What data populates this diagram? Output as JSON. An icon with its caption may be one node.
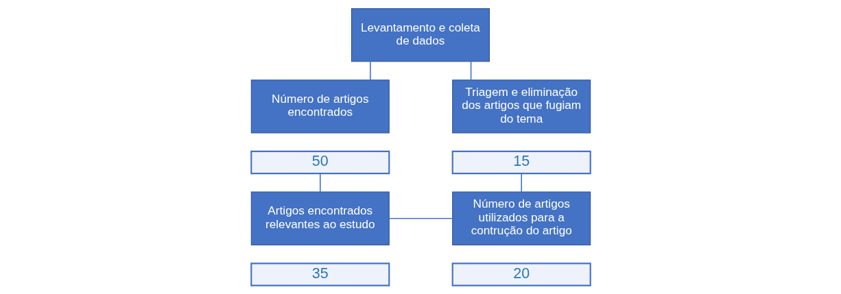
{
  "diagram": {
    "nodes": [
      {
        "text": [
          "Levantamento e coleta de dados"
        ]
      },
      {
        "text": [
          "Número de artigos encontrados"
        ]
      },
      {
        "text": [
          "50"
        ]
      },
      {
        "text": [
          "Triagem e eliminação dos artigos que fugiam do tema"
        ]
      },
      {
        "text": [
          "15"
        ]
      },
      {
        "text": [
          "Artigos encontrados relevantes ao estudo"
        ]
      },
      {
        "text": [
          "35"
        ]
      },
      {
        "text": [
          "Número de artigos utilizados para a contrução do artigo"
        ]
      },
      {
        "text": [
          "20"
        ]
      }
    ],
    "edges": [
      {
        "from": 0,
        "to": 1,
        "arrow": "none"
      },
      {
        "from": 0,
        "to": 3,
        "arrow": "none"
      },
      {
        "from": 2,
        "to": 5,
        "arrow": "none"
      },
      {
        "from": 4,
        "to": 7,
        "arrow": "none"
      },
      {
        "from": 5,
        "to": 7,
        "arrow": "none"
      }
    ]
  }
}
